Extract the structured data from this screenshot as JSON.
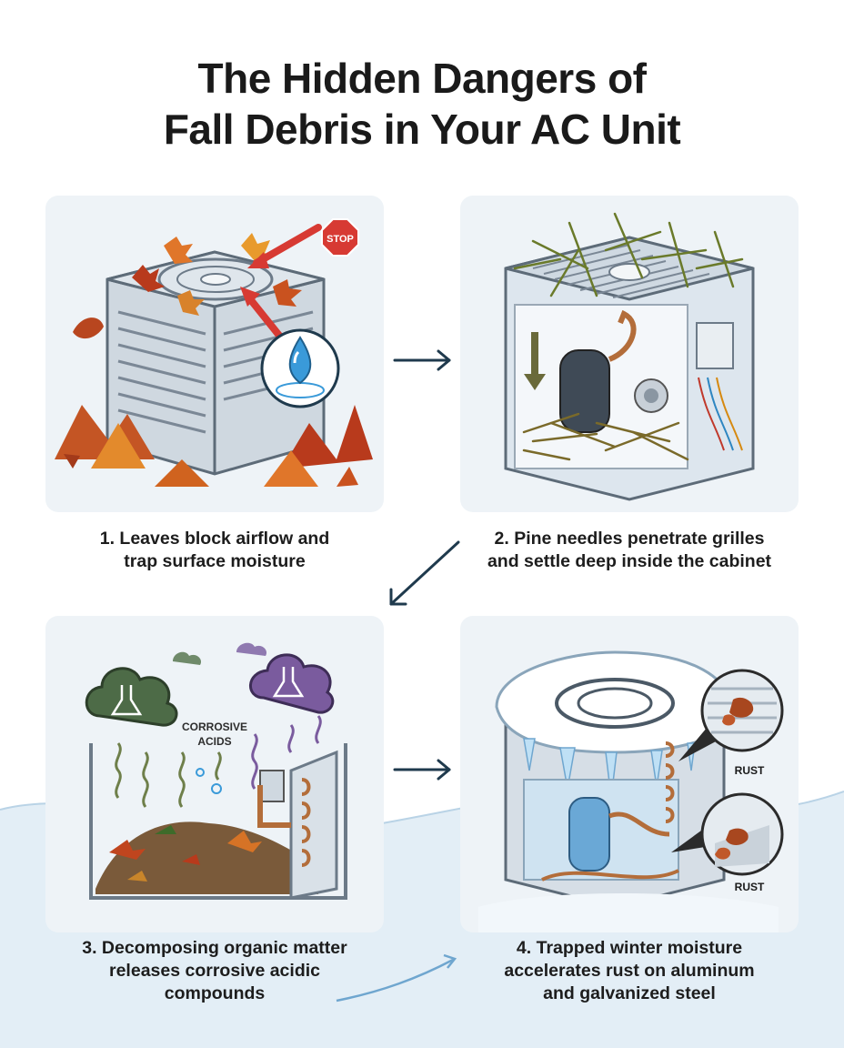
{
  "title": {
    "line1": "The Hidden Dangers of",
    "line2": "Fall Debris in Your AC Unit"
  },
  "panels": [
    {
      "caption_line1": "1. Leaves block airflow and",
      "caption_line2": "trap surface moisture",
      "sign": "STOP",
      "icons": [
        "ac-unit-icon",
        "leaf-icon",
        "water-drop-icon",
        "stop-sign-icon"
      ]
    },
    {
      "caption_line1": "2. Pine needles penetrate grilles",
      "caption_line2": "and settle deep inside the cabinet",
      "icons": [
        "ac-unit-cutaway-icon",
        "pine-needle-icon",
        "compressor-icon",
        "down-arrow-icon"
      ]
    },
    {
      "caption_line1": "3. Decomposing organic matter",
      "caption_line2": "releases corrosive acidic",
      "caption_line3": "compounds",
      "label_line1": "CORROSIVE",
      "label_line2": "ACIDS",
      "icons": [
        "toxic-cloud-icon",
        "flask-icon",
        "coil-icon"
      ]
    },
    {
      "caption_line1": "4. Trapped winter moisture",
      "caption_line2": "accelerates rust on aluminum",
      "caption_line3": "and galvanized steel",
      "rust_label_1": "RUST",
      "rust_label_2": "RUST",
      "icons": [
        "snow-covered-ac-icon",
        "icicle-icon",
        "rust-magnifier-icon"
      ]
    }
  ],
  "colors": {
    "panel_bg": "#eef3f7",
    "leaf_orange": "#e0762a",
    "leaf_red": "#b83a1c",
    "stop_red": "#d73a33",
    "water_blue": "#3a9ad9",
    "arrow_navy": "#1f3a4d",
    "wave_blue": "#dcebf5"
  }
}
